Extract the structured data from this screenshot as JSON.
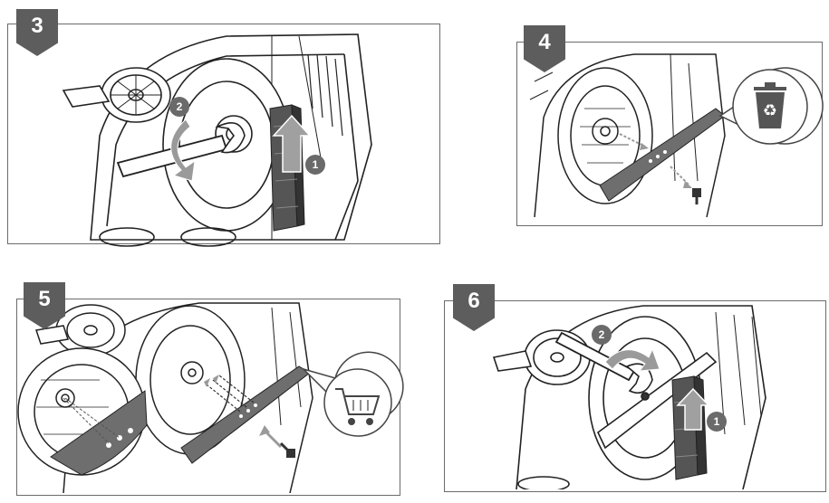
{
  "steps": [
    {
      "number": "3"
    },
    {
      "number": "4"
    },
    {
      "number": "5"
    },
    {
      "number": "6"
    }
  ],
  "callouts": {
    "p3_first": "1",
    "p3_second": "2",
    "p6_first": "1",
    "p6_second": "2"
  },
  "icons": [
    "wrench-icon",
    "recycle-bin-icon",
    "shopping-cart-icon",
    "bolt-icon",
    "up-arrow-icon",
    "rotate-arrow-icon"
  ],
  "colors": {
    "badge": "#5d5d5d",
    "blade": "#6e6e6e",
    "line": "#222222",
    "arrow": "#9a9a9a"
  }
}
